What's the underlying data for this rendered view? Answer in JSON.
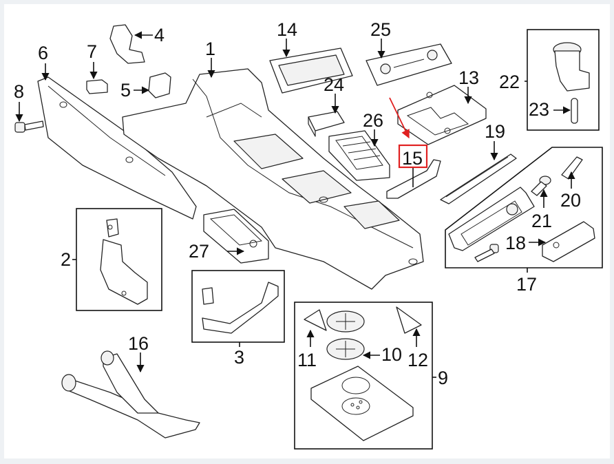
{
  "diagram": {
    "title": "Center console exploded parts diagram",
    "highlight_color": "#e02020",
    "highlighted_callout": "15",
    "callouts": [
      {
        "id": "1",
        "part": "console-housing"
      },
      {
        "id": "2",
        "part": "bracket-left"
      },
      {
        "id": "3",
        "part": "bracket-assembly"
      },
      {
        "id": "4",
        "part": "clip"
      },
      {
        "id": "5",
        "part": "clip"
      },
      {
        "id": "6",
        "part": "side-trim-panel"
      },
      {
        "id": "7",
        "part": "retainer"
      },
      {
        "id": "8",
        "part": "screw"
      },
      {
        "id": "9",
        "part": "cup-holder-assembly"
      },
      {
        "id": "10",
        "part": "cup-holder-mat"
      },
      {
        "id": "11",
        "part": "mat-left"
      },
      {
        "id": "12",
        "part": "mat-right"
      },
      {
        "id": "13",
        "part": "storage-mat"
      },
      {
        "id": "14",
        "part": "trim-bezel"
      },
      {
        "id": "15",
        "part": "trim-strip"
      },
      {
        "id": "16",
        "part": "air-duct"
      },
      {
        "id": "17",
        "part": "shifter-bezel-assembly"
      },
      {
        "id": "18",
        "part": "bracket"
      },
      {
        "id": "19",
        "part": "trim-panel"
      },
      {
        "id": "20",
        "part": "bulb-socket"
      },
      {
        "id": "21",
        "part": "bulb-socket"
      },
      {
        "id": "22",
        "part": "power-outlet-assembly"
      },
      {
        "id": "23",
        "part": "pin"
      },
      {
        "id": "24",
        "part": "switch"
      },
      {
        "id": "25",
        "part": "climate-control-panel"
      },
      {
        "id": "26",
        "part": "switch-panel"
      },
      {
        "id": "27",
        "part": "switch-panel"
      }
    ]
  }
}
